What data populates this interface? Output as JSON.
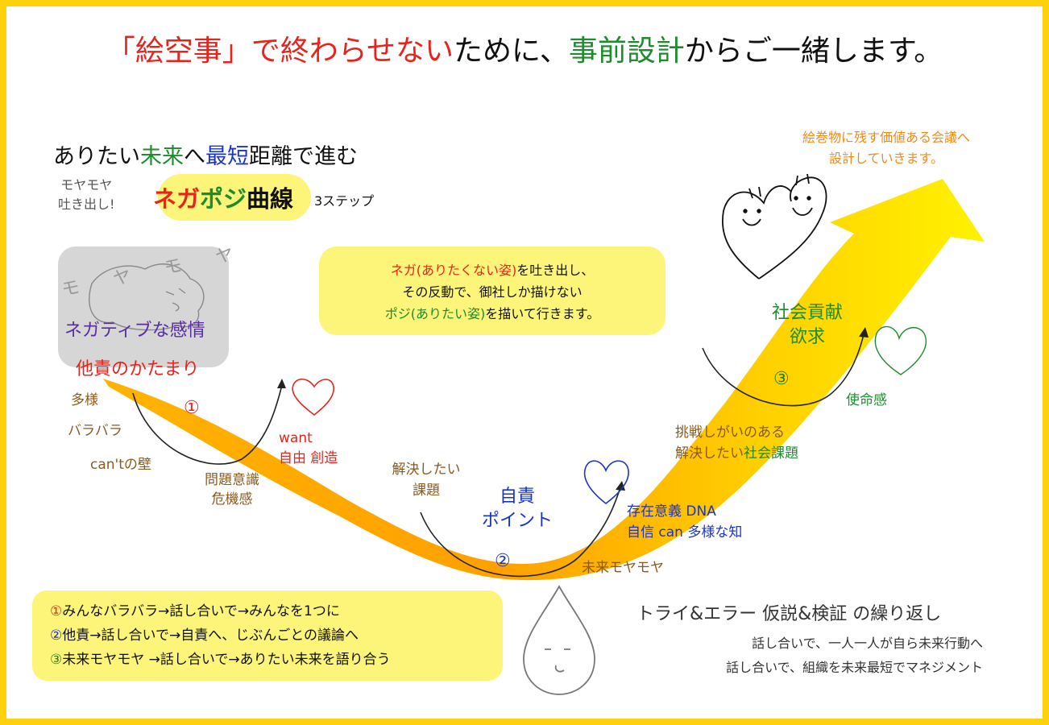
{
  "title": {
    "part1": "「絵空事」で終わらせない",
    "part2": "ために、",
    "part3": "事前設計",
    "part4": "からご一緒します。"
  },
  "subtitle": {
    "p1": "ありたい",
    "p2": "未来",
    "p3": "へ",
    "p4": "最短",
    "p5": "距離で進む"
  },
  "moyamoya_note": {
    "line1": "モヤモヤ",
    "line2": "吐き出し!"
  },
  "negapoji": {
    "nega": "ネガ",
    "poji": "ポジ",
    "curve": "曲線",
    "steps": "3ステップ"
  },
  "blob": {
    "scribble": "モ ヤ モ ヤ",
    "line1": "ネガティブな感情",
    "line2": "他責のかたまり"
  },
  "description": {
    "l1a": "ネガ(ありたくない姿)",
    "l1b": "を吐き出し、",
    "l2": "その反動で、御社しか描けない",
    "l3a": "ポジ(ありたい姿)",
    "l3b": "を描いて行きます。"
  },
  "left_labels": {
    "tayo": "多様",
    "barabara": "バラバラ",
    "cant": "can'tの壁"
  },
  "mondai": {
    "l1": "問題意識",
    "l2": "危機感"
  },
  "want": {
    "l1": "want",
    "l2": "自由 創造"
  },
  "kaiketsu": {
    "l1": "解決したい",
    "l2": "課題"
  },
  "jiseki": {
    "l1": "自責",
    "l2": "ポイント"
  },
  "sonzai": {
    "l1": "存在意義 DNA",
    "l2": "自信 can 多様な知"
  },
  "mirai_moyamoya": "未来モヤモヤ",
  "chosen": {
    "l1": "挑戦しがいのある",
    "l2a": "解決したい",
    "l2b": "社会課題"
  },
  "shakai": {
    "l1": "社会貢献",
    "l2": "欲求"
  },
  "shimeikan": "使命感",
  "emaki": {
    "l1": "絵巻物に残す価値ある会議へ",
    "l2": "設計していきます。"
  },
  "markers": {
    "m1": "①",
    "m2": "②",
    "m3": "③"
  },
  "steps": {
    "s1a": "①",
    "s1b": "みんなバラバラ→話し合いで→みんなを1つに",
    "s2a": "②",
    "s2b": "他責→話し合いで→自責へ、じぶんごとの議論へ",
    "s3a": "③",
    "s3b": "未来モヤモヤ →話し合いで→ありたい未来を語り合う"
  },
  "try_error": {
    "heading": "トライ&エラー 仮説&検証 の繰り返し",
    "l1": "話し合いで、一人一人が自ら未来行動へ",
    "l2": "話し合いで、組織を未来最短でマネジメント"
  },
  "colors": {
    "frame": "#fdd10e",
    "red": "#e8231c",
    "green": "#1e8b2e",
    "blue": "#1b34c8",
    "brown": "#8a5a1c",
    "yellow_box": "#fdf47a",
    "orange": "#ef8a1d"
  },
  "icons": [
    "heart-icon",
    "smiling-heart-icon",
    "drop-face-icon",
    "sleepy-face-icon",
    "swoosh-arrow"
  ]
}
